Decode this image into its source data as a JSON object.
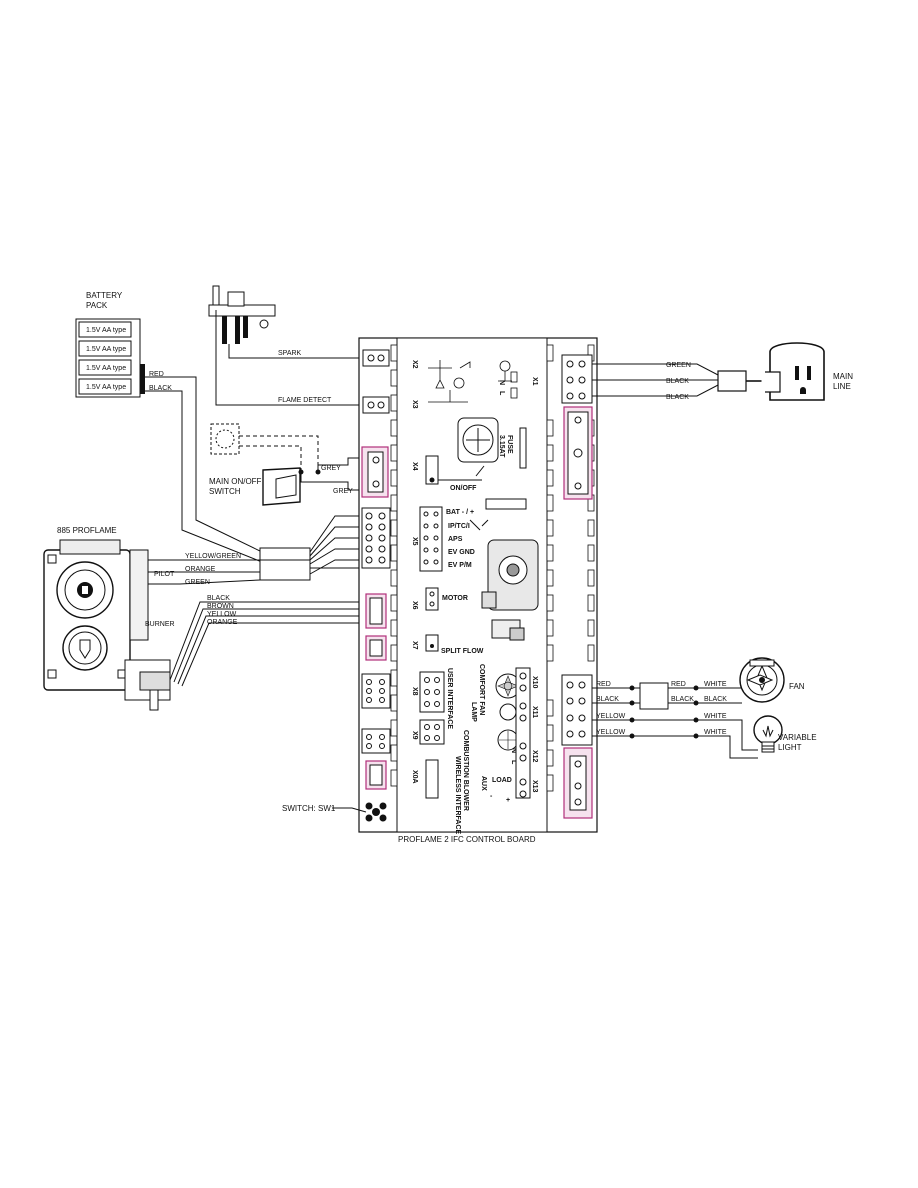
{
  "battery": {
    "title_line1": "BATTERY",
    "title_line2": "PACK",
    "cells": [
      "1.5V AA type",
      "1.5V AA type",
      "1.5V AA type",
      "1.5V AA type"
    ]
  },
  "wires": {
    "red": "RED",
    "black": "BLACK",
    "spark": "SPARK",
    "flame_detect": "FLAME DETECT",
    "grey1": "GREY",
    "grey2": "GREY",
    "yellow_green": "YELLOW/GREEN",
    "orange1": "ORANGE",
    "green1": "GREEN",
    "pilot": "PILOT",
    "black2": "BLACK",
    "brown": "BROWN",
    "yellow": "YELLOW",
    "orange2": "ORANGE",
    "burner": "BURNER",
    "main_green": "GREEN",
    "main_black1": "BLACK",
    "main_black2": "BLACK",
    "fan_red": "RED",
    "fan_red2": "RED",
    "fan_white": "WHITE",
    "fan_black": "BLACK",
    "fan_black2": "BLACK",
    "fan_black3": "BLACK",
    "light_yellow1": "YELLOW",
    "light_white1": "WHITE",
    "light_yellow2": "YELLOW",
    "light_white2": "WHITE"
  },
  "components": {
    "main_switch_l1": "MAIN ON/OFF",
    "main_switch_l2": "SWITCH",
    "proflame": "885 PROFLAME",
    "main_line_l1": "MAIN",
    "main_line_l2": "LINE",
    "fan": "FAN",
    "light_l1": "VARIABLE",
    "light_l2": "LIGHT",
    "switch_sw1": "SWITCH: SW1",
    "board_title": "PROFLAME 2  IFC CONTROL BOARD"
  },
  "board": {
    "connectors": {
      "x2": "X2",
      "x3": "X3",
      "x4": "X4",
      "x5": "X5",
      "x6": "X6",
      "x7": "X7",
      "x8": "X8",
      "x9": "X9",
      "x0a": "X0A",
      "x1": "X1",
      "x10": "X10",
      "x11": "X11",
      "x12": "X12",
      "x13": "X13"
    },
    "labels": {
      "n": "N",
      "l": "L",
      "fuse_l1": "FUSE",
      "fuse_l2": "3.15AT",
      "onoff": "ON/OFF",
      "bat": "BAT - / +",
      "ip_tc": "IP/TC/I",
      "aps": "APS",
      "ev_gnd": "EV GND",
      "ev_pm": "EV P/M",
      "motor": "MOTOR",
      "split_flow": "SPLIT FLOW",
      "user_interface": "USER INTERFACE",
      "comfort_fan": "COMFORT FAN",
      "lamp": "LAMP",
      "combustion_blower": "COMBUSTION BLOWER",
      "wireless_interface": "WIRELESS INTERFACE",
      "aux": "AUX",
      "load": "LOAD",
      "n2": "N",
      "l2": "L",
      "minus": "-",
      "plus": "+"
    }
  }
}
